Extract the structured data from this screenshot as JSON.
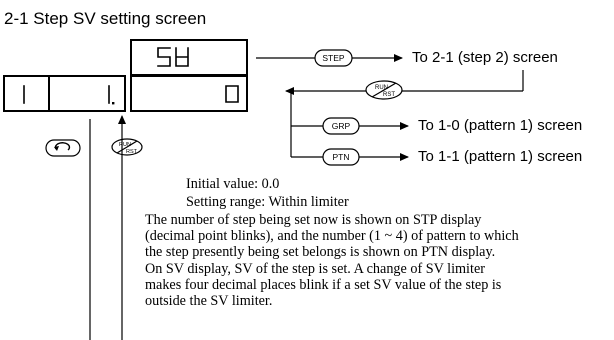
{
  "title": "2-1 Step SV setting screen",
  "displays": {
    "sv_label": "SV",
    "stp_value": "1",
    "ptn_value": "1.",
    "sv_value": "0"
  },
  "keys": {
    "step": "STEP",
    "run_rst_top": "RUN",
    "run_rst_bottom": "RST",
    "grp": "GRP",
    "ptn": "PTN",
    "mode_icon": "rotate-icon"
  },
  "destinations": {
    "step": "To 2-1 (step 2) screen",
    "grp": "To 1-0 (pattern 1) screen",
    "ptn": "To 1-1 (pattern 1) screen"
  },
  "notes": {
    "initial": "Initial value: 0.0",
    "range": "Setting range: Within limiter",
    "desc": [
      "The number of step being set now is shown on STP display",
      "(decimal point blinks), and the number (1 ~ 4) of pattern to which",
      "the step presently being set belongs is shown on PTN display.",
      "On SV display, SV of the step is set. A change of SV limiter",
      "makes four decimal places blink if a set SV value of the step is",
      "outside the SV limiter."
    ]
  }
}
